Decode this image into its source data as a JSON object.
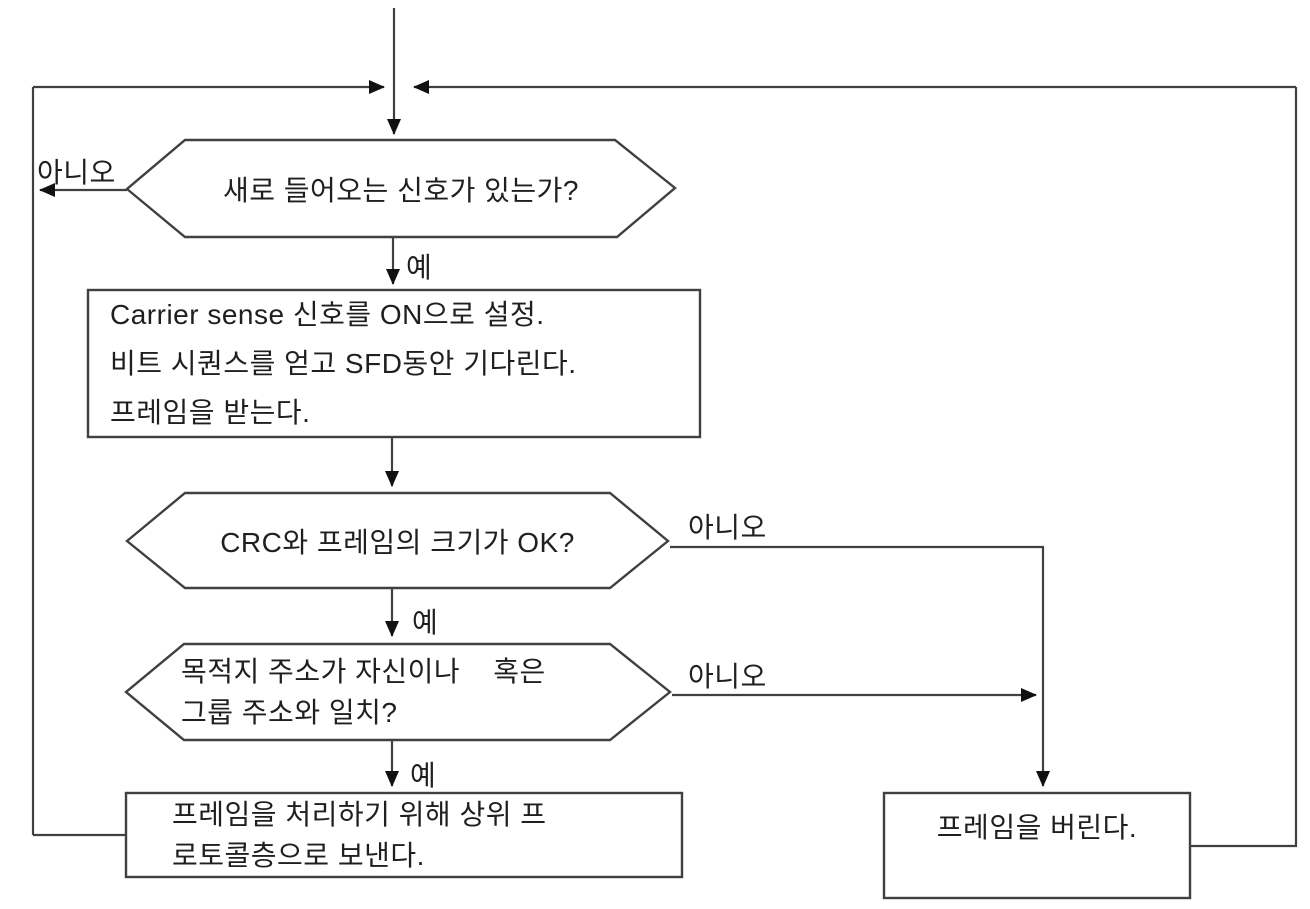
{
  "colors": {
    "background": "#ffffff",
    "line": "#404040",
    "arrowhead": "#111111",
    "text": "#1f1f1f"
  },
  "flowchart": {
    "decision_new_signal": {
      "text": "새로 들어오는 신호가 있는가?",
      "no": "아니오",
      "yes": "예"
    },
    "process_receive": {
      "lines": [
        "Carrier sense 신호를 ON으로 설정.",
        "비트 시퀀스를 얻고 SFD동안 기다린다.",
        "프레임을 받는다."
      ]
    },
    "decision_crc": {
      "text": "CRC와 프레임의 크기가 OK?",
      "no": "아니오",
      "yes": "예"
    },
    "decision_address": {
      "lines": [
        "목적지 주소가 자신이나    혹은",
        "그룹 주소와 일치?"
      ],
      "no": "아니오",
      "yes": "예"
    },
    "process_deliver": {
      "lines": [
        "프레임을 처리하기 위해 상위 프",
        "로토콜층으로 보낸다."
      ]
    },
    "process_discard": {
      "text": "프레임을 버린다."
    }
  }
}
